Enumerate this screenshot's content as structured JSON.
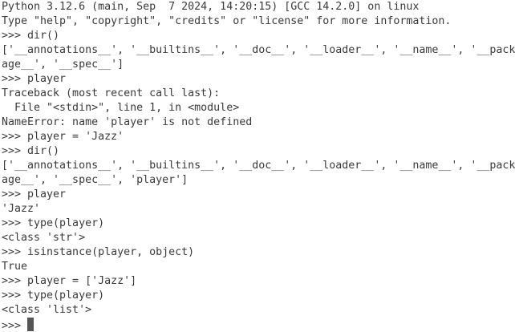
{
  "terminal": {
    "lines": [
      "Python 3.12.6 (main, Sep  7 2024, 14:20:15) [GCC 14.2.0] on linux",
      "Type \"help\", \"copyright\", \"credits\" or \"license\" for more information.",
      ">>> dir()",
      "['__annotations__', '__builtins__', '__doc__', '__loader__', '__name__', '__pack",
      "age__', '__spec__']",
      ">>> player",
      "Traceback (most recent call last):",
      "  File \"<stdin>\", line 1, in <module>",
      "NameError: name 'player' is not defined",
      ">>> player = 'Jazz'",
      ">>> dir()",
      "['__annotations__', '__builtins__', '__doc__', '__loader__', '__name__', '__pack",
      "age__', '__spec__', 'player']",
      ">>> player",
      "'Jazz'",
      ">>> type(player)",
      "<class 'str'>",
      ">>> isinstance(player, object)",
      "True",
      ">>> player = ['Jazz']",
      ">>> type(player)",
      "<class 'list'>"
    ],
    "prompt": ">>> "
  }
}
